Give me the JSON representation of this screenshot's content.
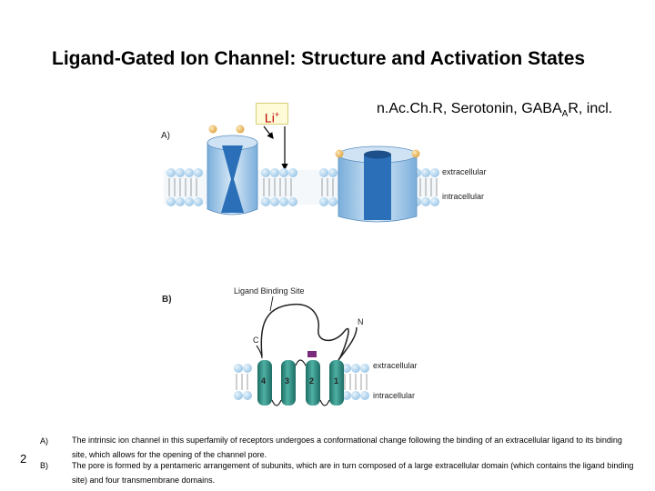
{
  "title": "Ligand-Gated Ion Channel: Structure and Activation States",
  "subtitle": {
    "main": "n.Ac.Ch.R, Serotonin, GABA",
    "sub": "A",
    "tail": "R, incl."
  },
  "ion": {
    "base": "Li",
    "sup": "+"
  },
  "panel_a": {
    "label": "A)",
    "extracellular": "extracellular",
    "intracellular": "intracellular"
  },
  "panel_b": {
    "label": "B)",
    "binding_site": "Ligand Binding Site",
    "n_term": "N",
    "c_term": "C",
    "helices": [
      "4",
      "3",
      "2",
      "1"
    ],
    "extracellular": "extracellular",
    "intracellular": "intracellular"
  },
  "slide_number": "2",
  "notes": [
    {
      "letter": "A)",
      "text": "The intrinsic ion channel in this superfamily of receptors undergoes a conformational change following the binding of an extracellular ligand to its binding site, which allows for the opening of the channel pore."
    },
    {
      "letter": "B)",
      "text": "The pore is formed by a pentameric arrangement of subunits, which are in turn composed of a large extracellular domain (which contains the ligand binding site) and four transmembrane domains."
    }
  ],
  "colors": {
    "channel": "#2a6fb8",
    "helix": "#2e8f84",
    "ligand": "#f2c46d",
    "membrane": "#b9d9f0"
  }
}
